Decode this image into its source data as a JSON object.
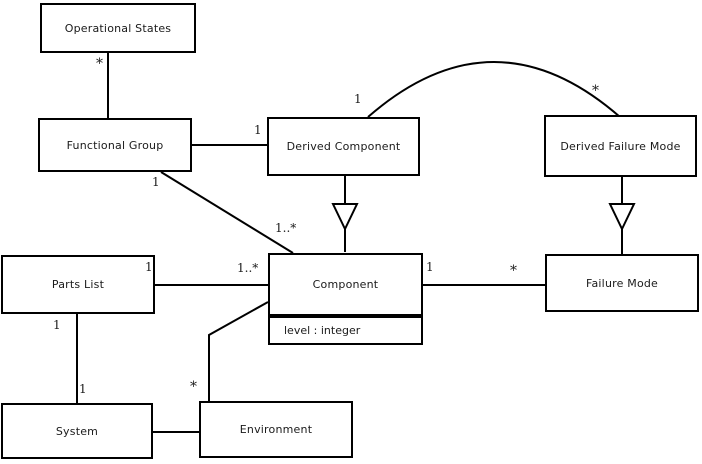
{
  "colors": {
    "background": "#ffffff",
    "stroke": "#000000",
    "text": "#1a1a1a"
  },
  "classes": {
    "operational_states": {
      "label": "Operational States"
    },
    "functional_group": {
      "label": "Functional Group"
    },
    "derived_component": {
      "label": "Derived Component"
    },
    "derived_failure_mode": {
      "label": "Derived Failure Mode"
    },
    "parts_list": {
      "label": "Parts List"
    },
    "component": {
      "label": "Component",
      "attribute": "level : integer"
    },
    "failure_mode": {
      "label": "Failure Mode"
    },
    "system": {
      "label": "System"
    },
    "environment": {
      "label": "Environment"
    }
  },
  "multiplicities": {
    "operational_states_functional_group": "*",
    "functional_group_derived_component": "1",
    "functional_group_component_source": "1",
    "functional_group_component_target": "1..*",
    "derived_component_arc": "1",
    "derived_failure_mode_arc": "*",
    "parts_list_component_source": "1",
    "parts_list_component_target": "1..*",
    "component_failure_mode_source": "1",
    "component_failure_mode_target": "*",
    "parts_list_system_source": "1",
    "parts_list_system_target": "1",
    "environment_component": "*"
  }
}
